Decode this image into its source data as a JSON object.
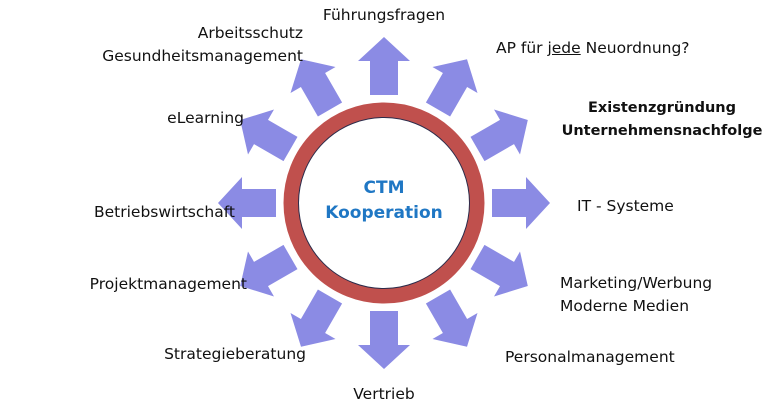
{
  "center": {
    "line1": "CTM",
    "line2": "Kooperation"
  },
  "colors": {
    "ring": "#c0504d",
    "arrow": "#8b8be4",
    "center_text": "#1f77c4"
  },
  "arrow_count": 12,
  "labels": {
    "fuehrungsfragen": "Führungsfragen",
    "ap_prefix": "AP für ",
    "ap_underlined": "jede",
    "ap_suffix": " Neuordnung?",
    "existenz_line1": "Existenzgründung",
    "existenz_line2": "Unternehmensnachfolge",
    "it": "IT - Systeme",
    "marketing_line1": "Marketing/Werbung",
    "marketing_line2": "Moderne Medien",
    "personal": "Personalmanagement",
    "vertrieb": "Vertrieb",
    "strategie": "Strategieberatung",
    "projekt": "Projektmanagement",
    "betriebswirtschaft": "Betriebswirtschaft",
    "elearning": "eLearning",
    "arbeitsschutz_line1": "Arbeitsschutz",
    "arbeitsschutz_line2": "Gesundheitsmanagement"
  }
}
